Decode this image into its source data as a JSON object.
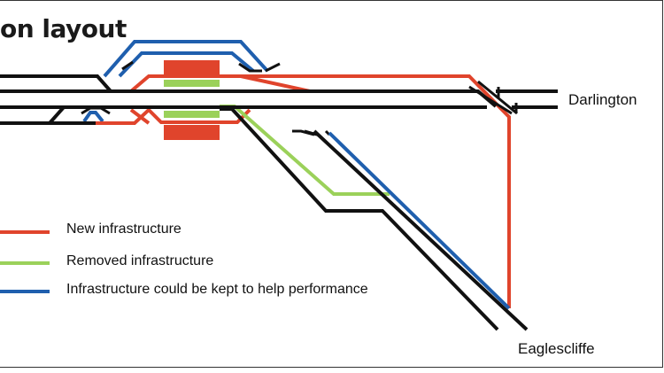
{
  "title": "on layout",
  "stations": {
    "darlington": "Darlington",
    "eaglescliffe": "Eaglescliffe"
  },
  "legend": [
    {
      "label": "New infrastructure",
      "color": "#e0442c"
    },
    {
      "label": "Removed infrastructure",
      "color": "#9bd15a"
    },
    {
      "label": "Infrastructure could be kept to help performance",
      "color": "#1f5fae"
    }
  ],
  "colors": {
    "track": "#111111",
    "new": "#e0442c",
    "removed": "#9bd15a",
    "kept": "#1f5fae"
  }
}
